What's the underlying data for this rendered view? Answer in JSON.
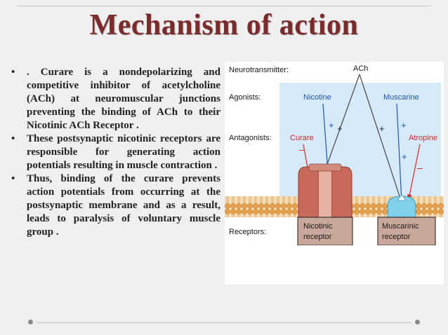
{
  "slide": {
    "title": "Mechanism of action",
    "bullet_symbol": "•",
    "bullets": [
      ". Curare is a nondepolarizing and competitive inhibitor of acetylcholine (ACh) at neuromuscular junctions preventing the binding of ACh to their Nicotinic ACh Receptor .",
      "These postsynaptic nicotinic receptors are responsible for generating action potentials resulting in muscle contraction .",
      "Thus, binding of the curare prevents action potentials from occurring at the postsynaptic membrane and as a result, leads to paralysis of voluntary muscle group ."
    ]
  },
  "diagram": {
    "row_labels": {
      "neurotransmitter": "Neurotransmitter:",
      "agonists": "Agonists:",
      "antagonists": "Antagonists:",
      "receptors": "Receptors:"
    },
    "ach": "ACh",
    "nicotine": "Nicotine",
    "muscarine": "Muscarine",
    "curare": "Curare",
    "atropine": "Atropine",
    "plus": "+",
    "minus": "–",
    "nicotinic_receptor": [
      "Nicotinic",
      "receptor"
    ],
    "muscarinic_receptor": [
      "Muscarinic",
      "receptor"
    ],
    "colors": {
      "title": "#7b2b2b",
      "label_blue": "#1f56a8",
      "antagonist_red": "#d0262a",
      "receptor_tan": "#c9a79a",
      "membrane_orange": "#e8a14a",
      "membrane_head": "#f2c88e",
      "channel_brown": "#c76a5a",
      "muscarinic_cyan": "#7fd0e8",
      "bg_blue": "#d5e9f7"
    }
  }
}
